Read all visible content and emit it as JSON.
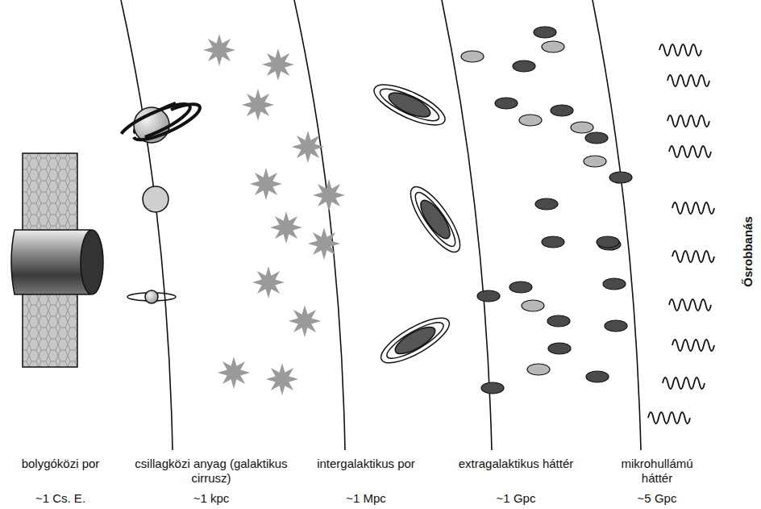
{
  "diagram": {
    "labels": [
      "bolygóközi por",
      "csillagközi anyag (galaktikus cirrusz)",
      "intergalaktikus por",
      "extragalaktikus háttér",
      "mikrohullámú háttér",
      "~1 Cs. E.",
      "~1 kpc",
      "~1 Mpc",
      "~1 Gpc",
      "~5 Gpc",
      "Ősrobbanás"
    ]
  }
}
